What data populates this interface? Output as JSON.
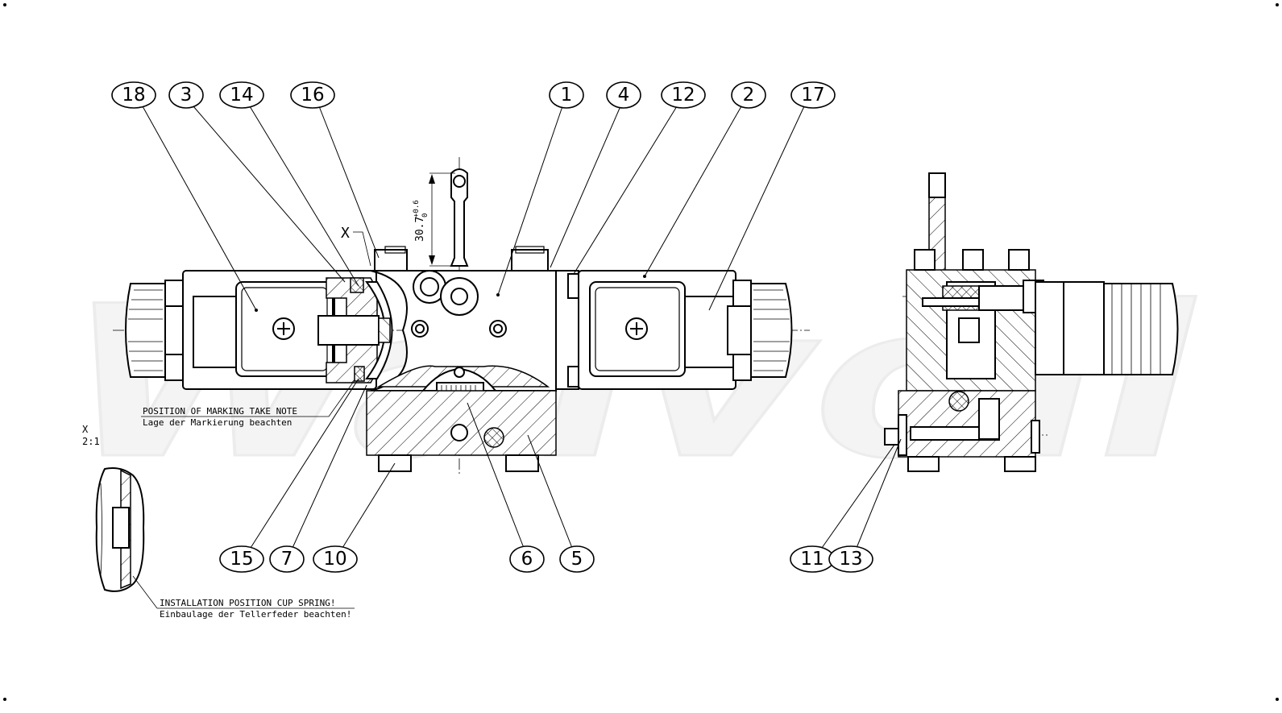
{
  "watermark": "Walvoil",
  "balloons": [
    {
      "id": "b18",
      "label": "18"
    },
    {
      "id": "b3",
      "label": "3"
    },
    {
      "id": "b14",
      "label": "14"
    },
    {
      "id": "b16",
      "label": "16"
    },
    {
      "id": "b1",
      "label": "1"
    },
    {
      "id": "b4",
      "label": "4"
    },
    {
      "id": "b12",
      "label": "12"
    },
    {
      "id": "b2",
      "label": "2"
    },
    {
      "id": "b17",
      "label": "17"
    },
    {
      "id": "b15",
      "label": "15"
    },
    {
      "id": "b7",
      "label": "7"
    },
    {
      "id": "b10",
      "label": "10"
    },
    {
      "id": "b6",
      "label": "6"
    },
    {
      "id": "b5",
      "label": "5"
    },
    {
      "id": "b11",
      "label": "11"
    },
    {
      "id": "b13",
      "label": "13"
    }
  ],
  "notes": {
    "marking_en": "POSITION OF MARKING TAKE NOTE",
    "marking_de": "Lage der Markierung beachten",
    "cup_spring_en": "INSTALLATION POSITION CUP SPRING!",
    "cup_spring_de": "Einbaulage der Tellerfeder beachten!",
    "detail_label": "X",
    "detail_scale": "2:1",
    "detail_marker": "X"
  },
  "dimension": {
    "value": "30.7",
    "tol_upper": "+0.6",
    "tol_lower": "0"
  }
}
